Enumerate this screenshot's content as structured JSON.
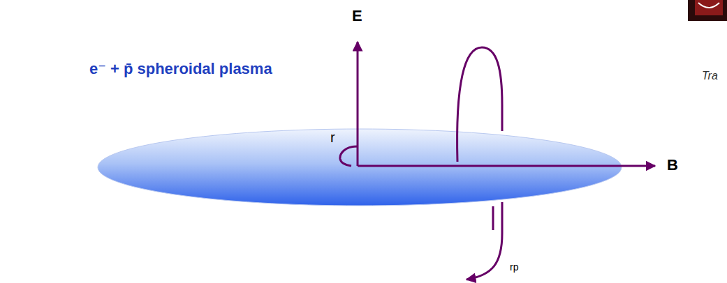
{
  "diagram": {
    "labels": [
      "E",
      "e⁻ + p̄ spheroidal plasma",
      "r",
      "B",
      "rp",
      "Tra"
    ]
  }
}
